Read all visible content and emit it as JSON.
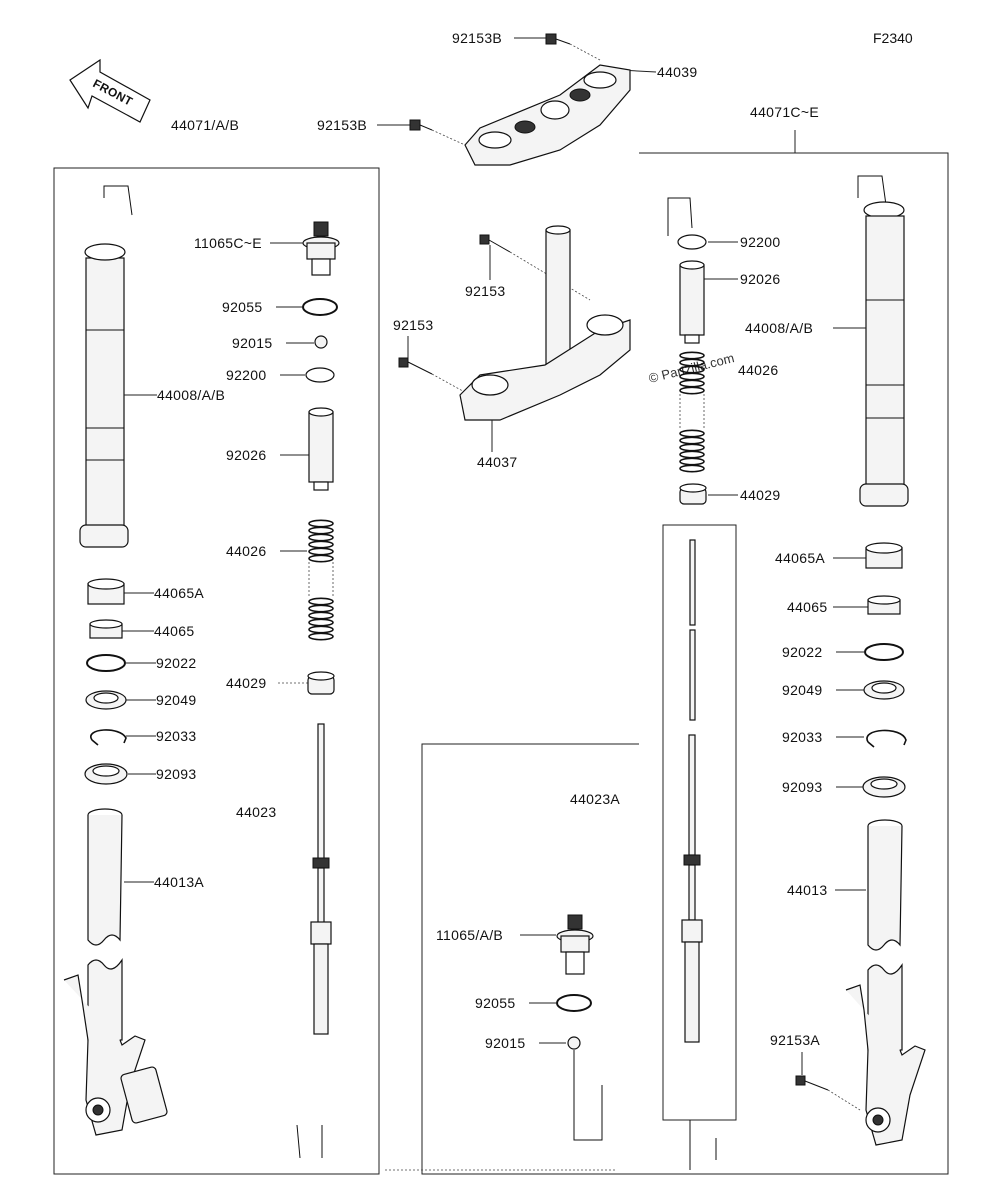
{
  "diagram": {
    "code": "F2340",
    "watermark": "© Partzilla.com",
    "front_label": "FRONT",
    "assemblies": {
      "left": "44071/A/B",
      "right": "44071C~E",
      "damper_right": "44023A"
    },
    "parts": {
      "p92153B_top": "92153B",
      "p44039": "44039",
      "p92153B_mid": "92153B",
      "p11065C": "11065C~E",
      "p92055_l": "92055",
      "p92015_l": "92015",
      "p92200_l": "92200",
      "p44008_l": "44008/A/B",
      "p92026_l": "92026",
      "p44026_l": "44026",
      "p44065A_l": "44065A",
      "p44065_l": "44065",
      "p92022_l": "92022",
      "p92049_l": "92049",
      "p92033_l": "92033",
      "p92093_l": "92093",
      "p44029_l": "44029",
      "p44023_l": "44023",
      "p44013A_l": "44013A",
      "p92153_a": "92153",
      "p92153_b": "92153",
      "p44037": "44037",
      "p92200_r": "92200",
      "p92026_r": "92026",
      "p44008_r": "44008/A/B",
      "p44026_r": "44026",
      "p44029_r": "44029",
      "p44065A_r": "44065A",
      "p44065_r": "44065",
      "p92022_r": "92022",
      "p92049_r": "92049",
      "p92033_r": "92033",
      "p92093_r": "92093",
      "p44013_r": "44013",
      "p92153A_r": "92153A",
      "p11065AB": "11065/A/B",
      "p92055_r": "92055",
      "p92015_r": "92015"
    }
  }
}
